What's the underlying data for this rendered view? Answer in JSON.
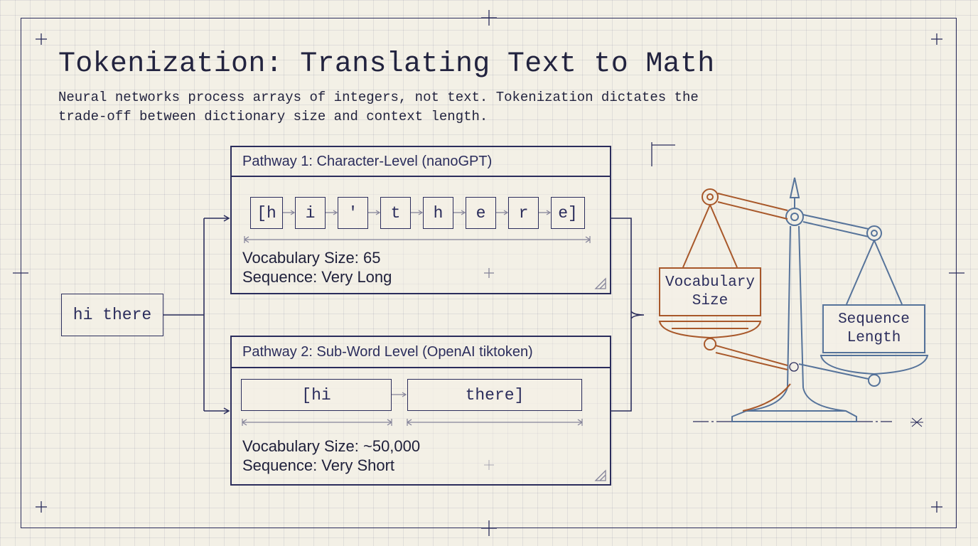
{
  "title": "Tokenization: Translating Text to Math",
  "subtitle": "Neural networks process arrays of integers, not text. Tokenization dictates the trade-off between dictionary size and context length.",
  "input_text": "hi there",
  "pathway1": {
    "header": "Pathway 1: Character-Level (nanoGPT)",
    "tokens": [
      "[h",
      "i",
      "'",
      "t",
      "h",
      "e",
      "r",
      "e]"
    ],
    "vocab_label": "Vocabulary Size: 65",
    "sequence_label": "Sequence: Very Long"
  },
  "pathway2": {
    "header": "Pathway 2: Sub-Word Level (OpenAI tiktoken)",
    "tokens": [
      "[hi",
      "there]"
    ],
    "vocab_label": "Vocabulary Size: ~50,000",
    "sequence_label": "Sequence: Very Short"
  },
  "scale": {
    "left_label": "Vocabulary Size",
    "right_label": "Sequence Length"
  },
  "colors": {
    "ink": "#2b2d5c",
    "paper": "#f3f0e6",
    "copper": "#a8582a",
    "steel": "#56739a"
  }
}
